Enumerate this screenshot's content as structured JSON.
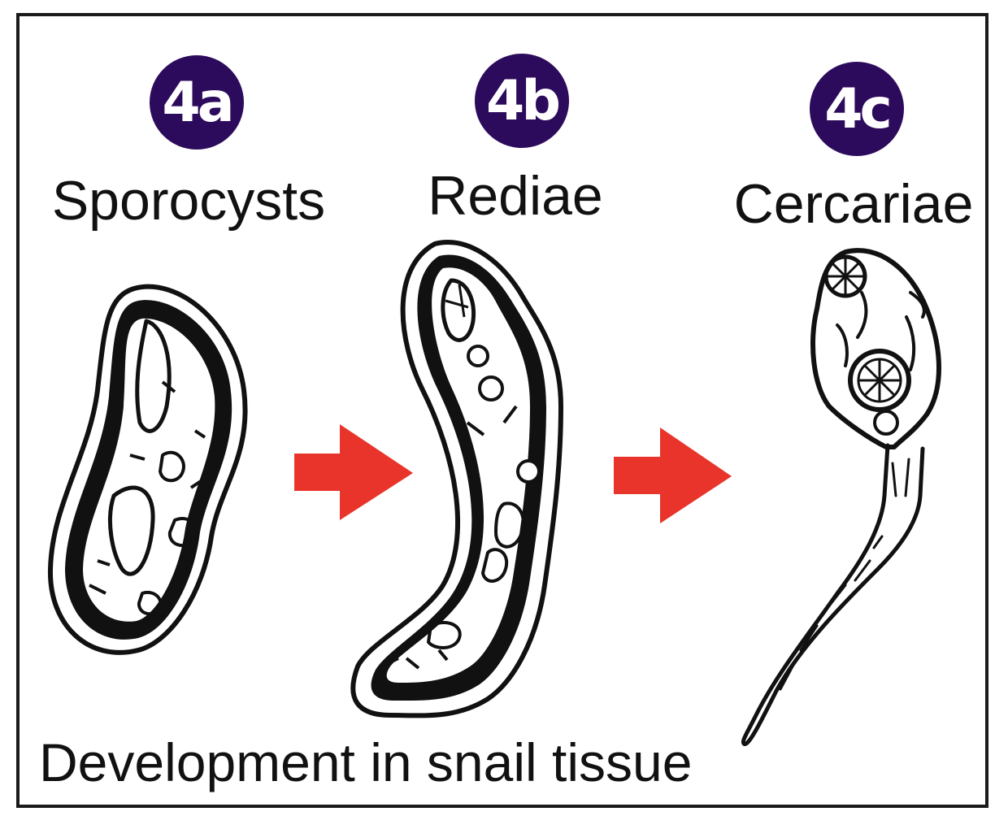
{
  "stages": [
    {
      "badge": "4a",
      "label": "Sporocysts"
    },
    {
      "badge": "4b",
      "label": "Rediae"
    },
    {
      "badge": "4c",
      "label": "Cercariae"
    }
  ],
  "caption": "Development in snail tissue",
  "colors": {
    "badge": "#2d0b5c",
    "arrow": "#e8342a",
    "ink": "#111111"
  }
}
